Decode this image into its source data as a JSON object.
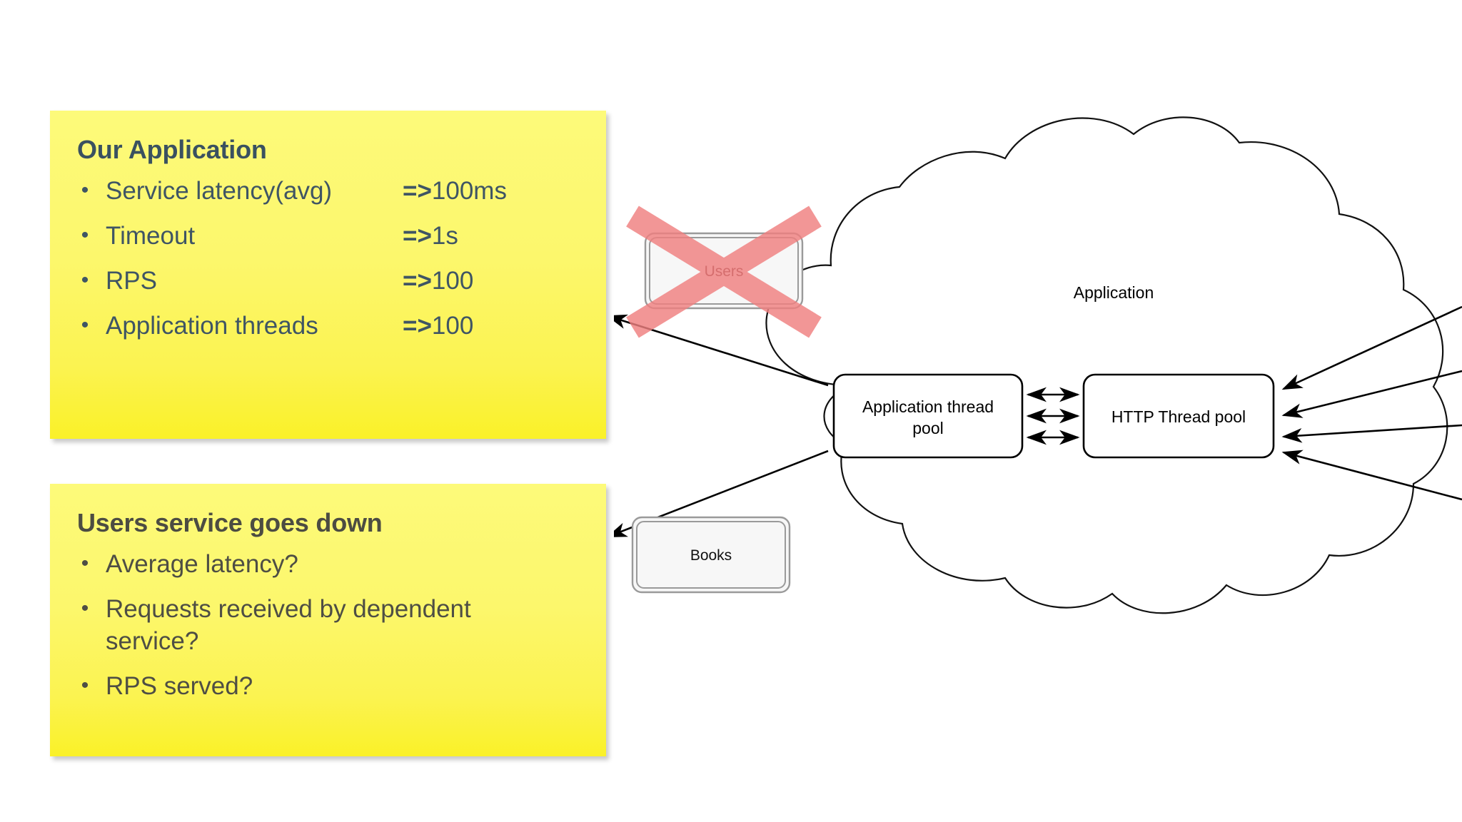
{
  "cards": [
    {
      "id": "our-application",
      "title": "Our Application",
      "title_color": "#3A5160",
      "background_color": "#FAF65E",
      "bullets": [
        {
          "marker": "•",
          "label": "Service latency(avg)",
          "arrow": "=>",
          "value": "100ms"
        },
        {
          "marker": "•",
          "label": "Timeout",
          "arrow": "=>",
          "value": "1s"
        },
        {
          "marker": "•",
          "label": "RPS",
          "arrow": "=>",
          "value": "100"
        },
        {
          "marker": "•",
          "label": "Application threads",
          "arrow": "=>",
          "value": "100"
        }
      ]
    },
    {
      "id": "users-service-goes-down",
      "title": "Users service goes down",
      "title_color": "#4C4C42",
      "background_color": "#FAF65E",
      "bullets": [
        {
          "marker": "•",
          "label": "Average latency?",
          "arrow": "",
          "value": ""
        },
        {
          "marker": "•",
          "label": "Requests received by dependent service?",
          "arrow": "",
          "value": ""
        },
        {
          "marker": "•",
          "label": "RPS served?",
          "arrow": "",
          "value": ""
        }
      ]
    }
  ],
  "diagram": {
    "cloud_label": "Application",
    "nodes": {
      "users": {
        "label": "Users",
        "state": "down",
        "overlay": "red-x",
        "overlay_color": "#F08080"
      },
      "books": {
        "label": "Books",
        "state": "up"
      },
      "app_thread_pool": {
        "label_line1": "Application thread",
        "label_line2": "pool"
      },
      "http_thread_pool": {
        "label_line1": "HTTP Thread pool",
        "label_line2": ""
      }
    },
    "stroke_color": "#000000",
    "node_fill": "#F7F7F7"
  }
}
